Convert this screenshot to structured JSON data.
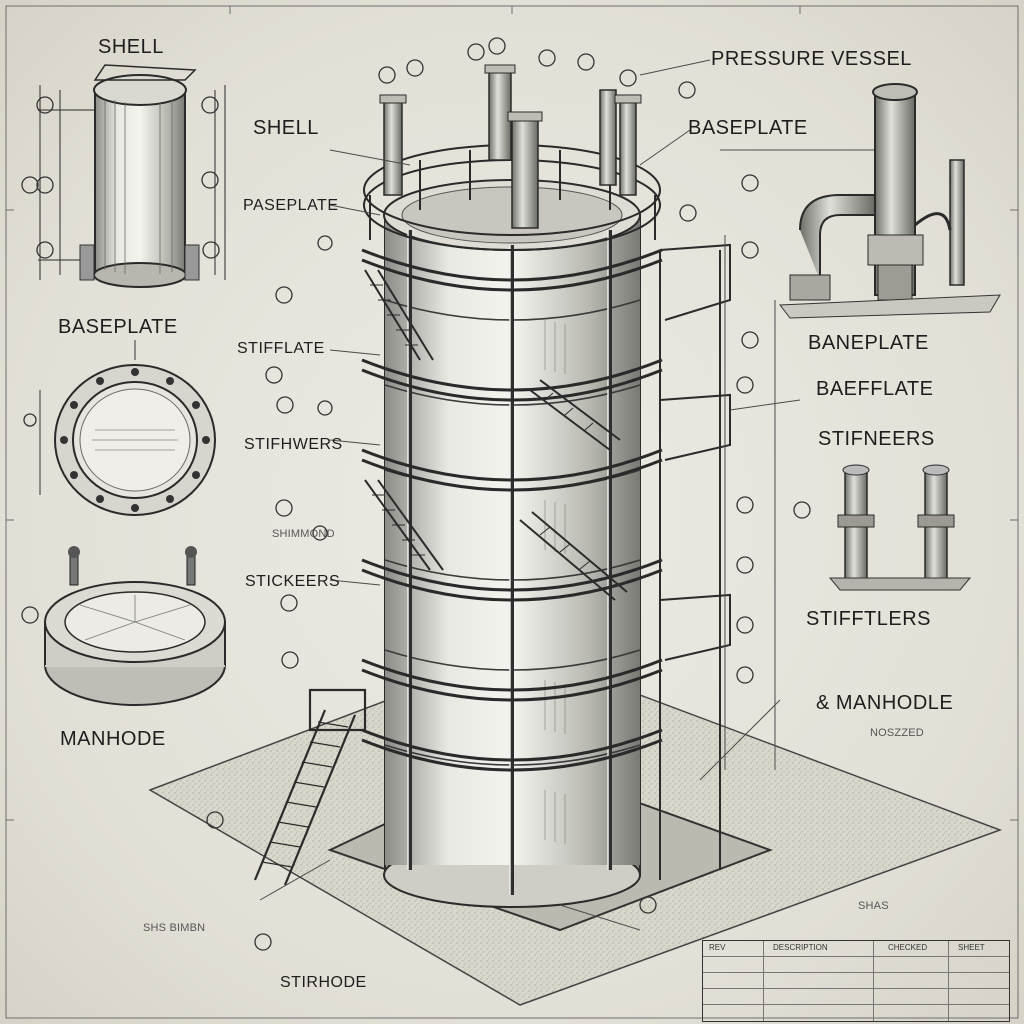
{
  "labels": {
    "shell_left": "SHELL",
    "pressure_vessel": "PRESSURE VESSEL",
    "shell_center": "SHELL",
    "baseplate_right": "BASEPLATE",
    "paseplate": "PASEPLATE",
    "baseplate_left": "BASEPLATE",
    "stifflate": "STIFFLATE",
    "baneplate": "BANEPLATE",
    "baefflate": "BAEFFLATE",
    "stiftwers": "STIFHWERS",
    "stifneers": "STIFNEERS",
    "stickeers": "STICKEERS",
    "stifftlers": "STIFFTLERS",
    "manhode_left": "MANHODE",
    "manhode_right": "& MANHODLE",
    "noszzed": "NOSZZED",
    "stirhode": "STIRHODE"
  },
  "scribbles": {
    "a": "SHIMMOND",
    "b": "SHS BIMBN",
    "c": "SHAS"
  },
  "title_block": {
    "headers": [
      "REV",
      "DESCRIPTION",
      "CHECKED",
      "SHEET"
    ]
  }
}
